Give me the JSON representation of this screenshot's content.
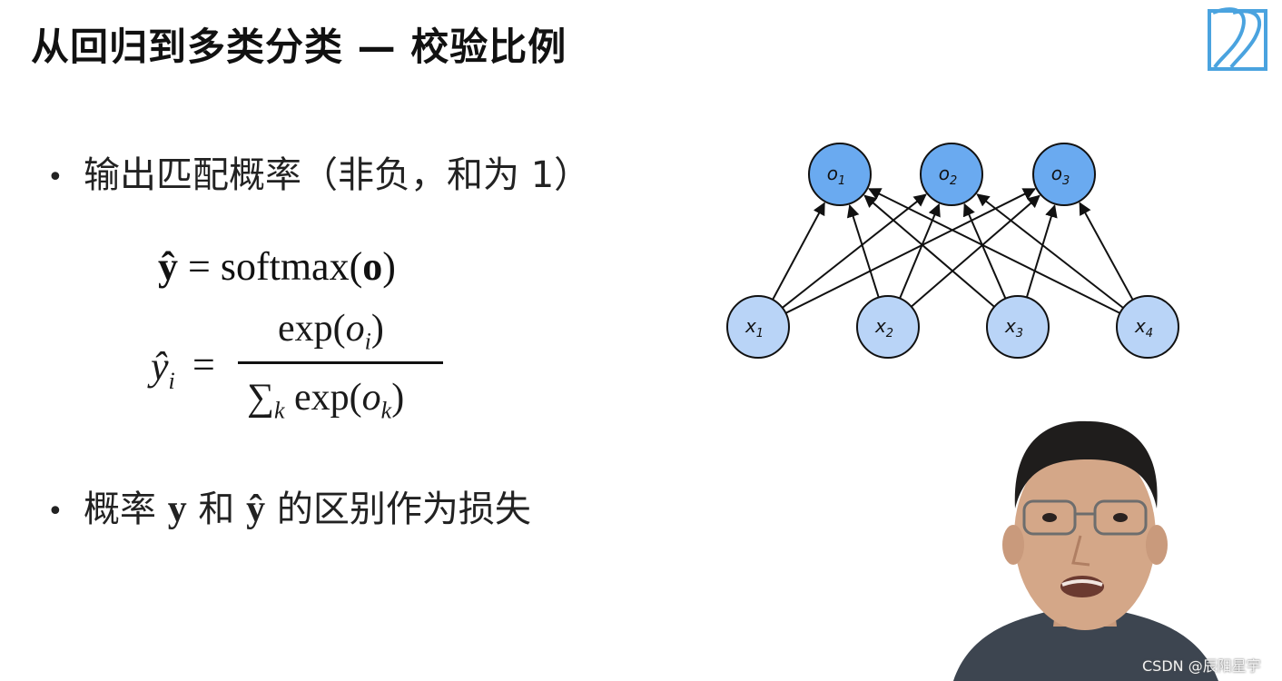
{
  "slide": {
    "title": "从回归到多类分类 — 校验比例",
    "bullets": [
      "输出匹配概率（非负，和为 1）"
    ],
    "bullet2": {
      "part1": "概率 ",
      "y": "y",
      "mid": " 和 ",
      "yhat": "ŷ",
      "part2": " 的区别作为损失"
    },
    "equation1": {
      "lhs": "ŷ",
      "eq": " = ",
      "rhs": "softmax(",
      "arg": "o",
      "close": ")"
    },
    "equation2": {
      "lhs_base": "ŷ",
      "lhs_sub": "i",
      "eq": "=",
      "num_prefix": "exp(",
      "num_var": "o",
      "num_sub": "i",
      "num_close": ")",
      "den_sum": "∑",
      "den_sum_sub": "k",
      "den_prefix": " exp(",
      "den_var": "o",
      "den_sub": "k",
      "den_close": ")"
    }
  },
  "network": {
    "outputs": [
      {
        "base": "o",
        "sub": "1"
      },
      {
        "base": "o",
        "sub": "2"
      },
      {
        "base": "o",
        "sub": "3"
      }
    ],
    "inputs": [
      {
        "base": "x",
        "sub": "1"
      },
      {
        "base": "x",
        "sub": "2"
      },
      {
        "base": "x",
        "sub": "3"
      },
      {
        "base": "x",
        "sub": "4"
      }
    ],
    "output_color": "#6aaaf0",
    "input_color": "#b9d4f7"
  },
  "watermark": "CSDN @辰阳星宇",
  "icons": {
    "logo": "d2l-logo-icon",
    "presenter": "presenter-photo"
  }
}
